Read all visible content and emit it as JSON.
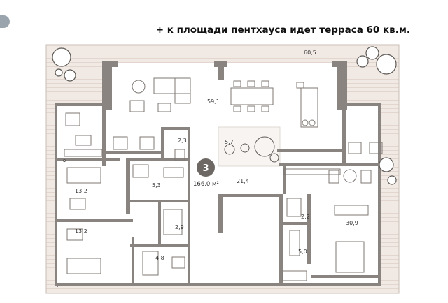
{
  "header": {
    "headline": "+ к площади пентхауса идет терраса 60 кв.м."
  },
  "apartment": {
    "rooms_count": "3",
    "total_area": "166,0 м²"
  },
  "rooms": {
    "terrace": "60,5",
    "living": "59,1",
    "wc_small": "2,3",
    "winter_garden": "5,7",
    "hall": "21,4",
    "bedroom_a": "13,2",
    "bathroom_a": "5,3",
    "closet": "2,9",
    "bedroom_b": "13,2",
    "bathroom_b": "4,8",
    "dressing": "2,2",
    "master_bath": "5,0",
    "master_bedroom": "30,9"
  },
  "colors": {
    "wall": "#8a8480",
    "terrace": "#efe6e1",
    "accent_badge": "#6d6864",
    "plant": "#5d5955"
  }
}
